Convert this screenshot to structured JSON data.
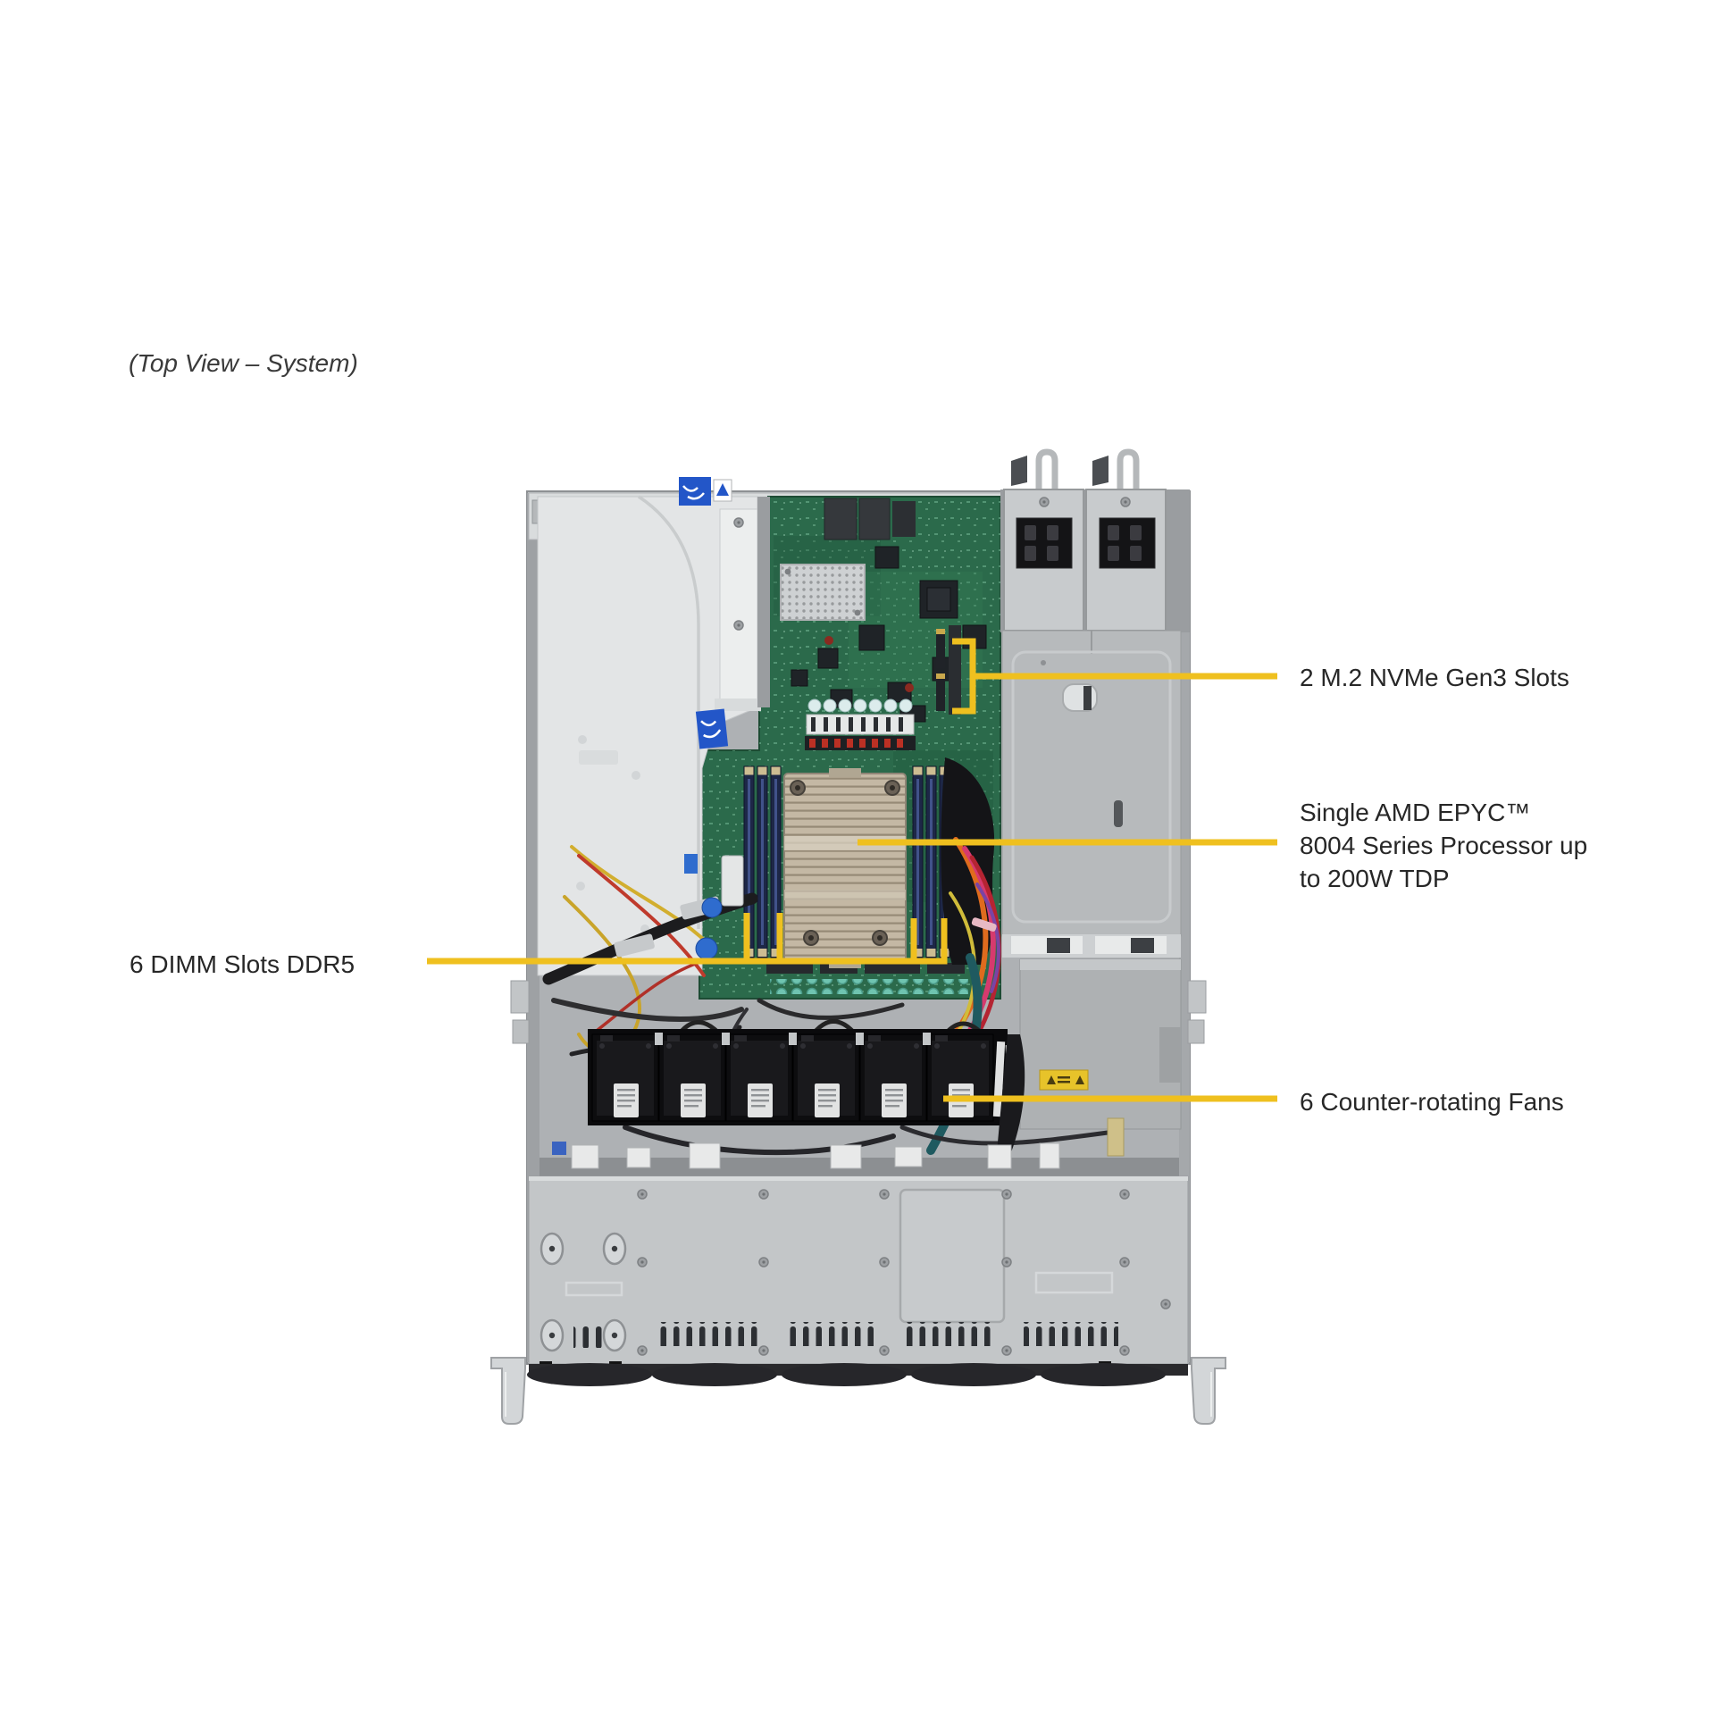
{
  "figure_title": "(Top View – System)",
  "colors": {
    "accent": "#EFC01F"
  },
  "callouts": {
    "m2_slots": {
      "text": "2 M.2 NVMe Gen3 Slots"
    },
    "processor": {
      "lines": [
        "Single AMD EPYC™",
        "8004 Series Processor up",
        "to 200W TDP"
      ]
    },
    "dimm_slots": {
      "text": "6 DIMM Slots DDR5"
    },
    "fans": {
      "text": "6 Counter-rotating Fans"
    }
  }
}
